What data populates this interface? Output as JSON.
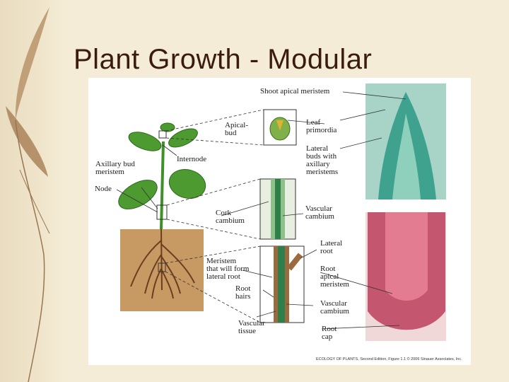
{
  "slide": {
    "title": "Plant Growth - Modular"
  },
  "figure": {
    "labels": {
      "shoot_apical_meristem": "Shoot apical meristem",
      "apical_bud": "Apical-\nbud",
      "leaf_primordia": "Leaf\nprimordia",
      "internode": "Internode",
      "axillary_bud_meristem": "Axillary bud\nmeristem",
      "lateral_buds": "Lateral\nbuds with\naxillary\nmeristems",
      "node": "Node",
      "cork_cambium": "Cork\ncambium",
      "vascular_cambium_top": "Vascular\ncambium",
      "lateral_root": "Lateral\nroot",
      "meristem_lateral_root": "Meristem\nthat will form\nlateral root",
      "root_apical_meristem": "Root\napical\nmeristem",
      "root_hairs": "Root\nhairs",
      "vascular_cambium_bottom": "Vascular\ncambium",
      "vascular_tissue": "Vascular\ntissue",
      "root_cap": "Root\ncap"
    },
    "credit": "ECOLOGY OF PLANTS, Second Edition, Figure 1.1  © 2006 Sinauer Associates, Inc."
  },
  "colors": {
    "background": "#f4ecd6",
    "title": "#3a1c0e",
    "leaf_green": "#3f8f2a",
    "soil": "#c79a63",
    "micrograph_green": "#3fa28f",
    "micrograph_red": "#c4566f"
  }
}
